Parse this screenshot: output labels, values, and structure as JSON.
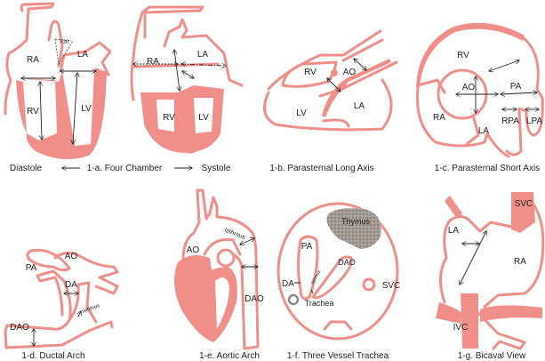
{
  "colors": {
    "wall": "#f08f8a",
    "thymus": "#9a928c",
    "trachea": "#8a8a8a"
  },
  "panel_a": {
    "diastole": "Diastole",
    "caption": "1-a. Four Chamber",
    "systole": "Systole",
    "angle": ">30",
    "diastole_labels": {
      "ra": "RA",
      "la": "LA",
      "rv": "RV",
      "lv": "LV"
    },
    "systole_labels": {
      "ra": "RA",
      "la": "LA",
      "rv": "RV",
      "lv": "LV"
    }
  },
  "panel_b": {
    "caption": "1-b. Parasternal Long Axis",
    "labels": {
      "rv": "RV",
      "ao": "AO",
      "lv": "LV",
      "la": "LA"
    }
  },
  "panel_c": {
    "caption": "1-c. Parasternal Short Axis",
    "labels": {
      "rv": "RV",
      "ao": "AO",
      "pa": "PA",
      "ra": "RA",
      "la": "LA",
      "rpa": "RPA",
      "lpa": "LPA"
    }
  },
  "panel_d": {
    "caption": "1-d. Ductal Arch",
    "labels": {
      "pa": "PA",
      "ao": "AO",
      "da": "DA",
      "dao": "DAO",
      "isthmus": "isthmus"
    }
  },
  "panel_e": {
    "caption": "1-e. Aortic Arch",
    "labels": {
      "ao": "AO",
      "isthmus": "Isthmus",
      "dao": "DAO"
    }
  },
  "panel_f": {
    "caption": "1-f. Three Vessel Trachea",
    "labels": {
      "thymus": "Thymus",
      "pa": "PA",
      "dao": "DAO",
      "da": "DA",
      "isthmus": "isthmus",
      "svc": "SVC",
      "trachea": "Trachea"
    }
  },
  "panel_g": {
    "caption": "1-g. Bicaval View",
    "labels": {
      "svc": "SVC",
      "la": "LA",
      "ra": "RA",
      "ivc": "IVC"
    }
  }
}
